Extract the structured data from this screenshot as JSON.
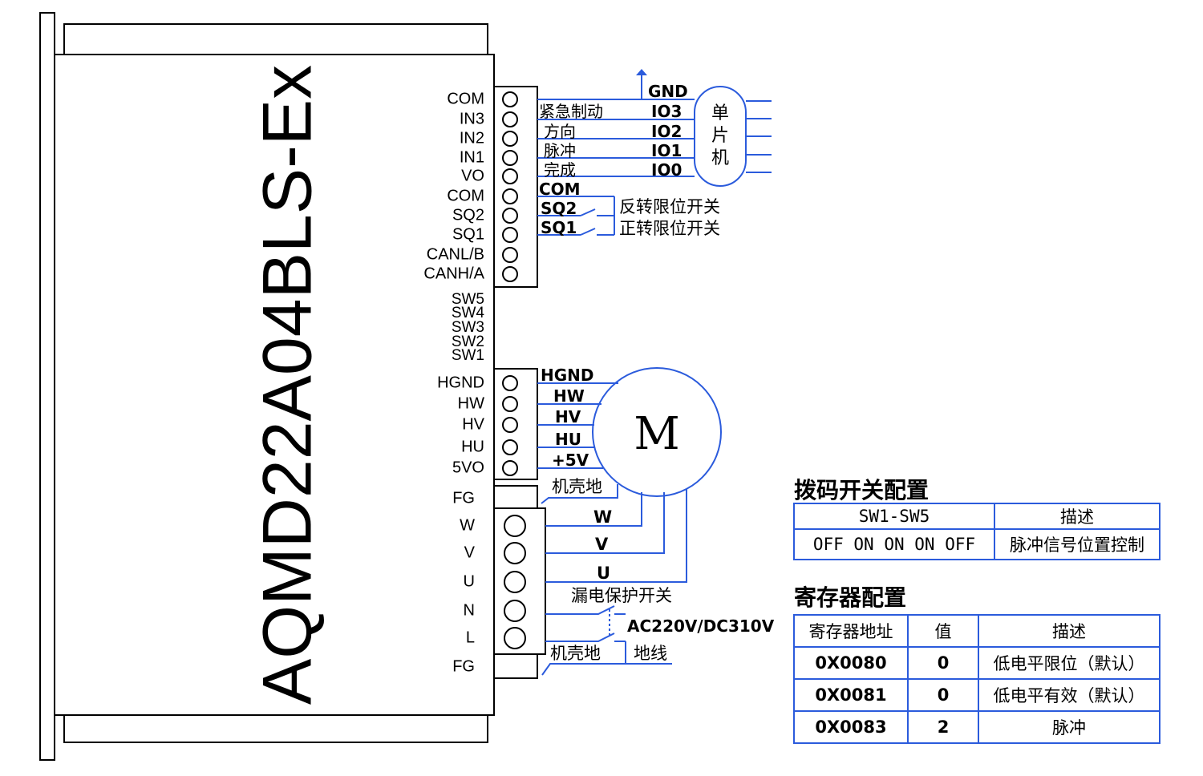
{
  "model": "AQMD22A04BLS-Ex",
  "signal_terminals": [
    "COM",
    "IN3",
    "IN2",
    "IN1",
    "VO",
    "COM",
    "SQ2",
    "SQ1",
    "CANL/B",
    "CANH/A"
  ],
  "switch_labels": [
    "SW5",
    "SW4",
    "SW3",
    "SW2",
    "SW1"
  ],
  "hall_terminals": [
    "HGND",
    "HW",
    "HV",
    "HU",
    "5VO"
  ],
  "power_terminals": [
    "FG",
    "W",
    "V",
    "U",
    "N",
    "L",
    "FG"
  ],
  "mcu": {
    "label": [
      "单",
      "片",
      "机"
    ],
    "pins": [
      "GND",
      "IO3",
      "IO2",
      "IO1",
      "IO0"
    ],
    "signals": [
      "紧急制动",
      "方向",
      "脉冲",
      "完成"
    ]
  },
  "limit": {
    "wires": [
      "COM",
      "SQ2",
      "SQ1"
    ],
    "labels": [
      "反转限位开关",
      "正转限位开关"
    ]
  },
  "motor": {
    "label": "M",
    "hall_wires": [
      "HGND",
      "HW",
      "HV",
      "HU",
      "+5V"
    ],
    "case_ground": "机壳地",
    "phase_wires": [
      "W",
      "V",
      "U"
    ]
  },
  "power": {
    "breaker": "漏电保护开关",
    "supply": "AC220V/DC310V",
    "case_ground": "机壳地",
    "earth": "地线"
  },
  "dip_config": {
    "title": "拨码开关配置",
    "headers": [
      "SW1-SW5",
      "描述"
    ],
    "rows": [
      [
        "OFF ON ON ON OFF",
        "脉冲信号位置控制"
      ]
    ]
  },
  "register_config": {
    "title": "寄存器配置",
    "headers": [
      "寄存器地址",
      "值",
      "描述"
    ],
    "rows": [
      [
        "0X0080",
        "0",
        "低电平限位（默认）"
      ],
      [
        "0X0081",
        "0",
        "低电平有效（默认）"
      ],
      [
        "0X0083",
        "2",
        "脉冲"
      ]
    ]
  },
  "colors": {
    "wire": "#2b5bdc",
    "outline": "#000000"
  }
}
